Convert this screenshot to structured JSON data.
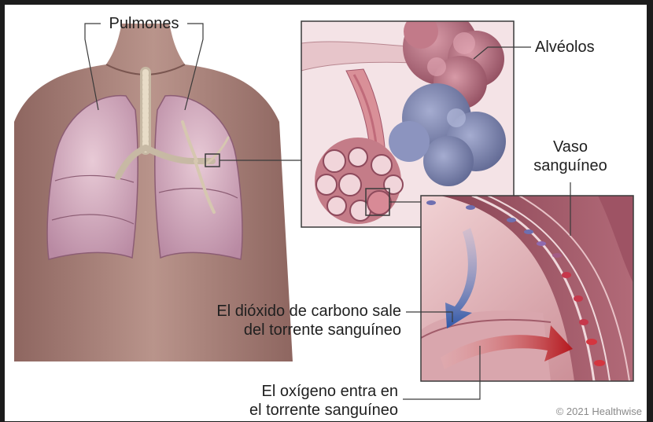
{
  "labels": {
    "lungs": "Pulmones",
    "alveoli": "Alvéolos",
    "vessel_line1": "Vaso",
    "vessel_line2": "sanguíneo",
    "co2_line1": "El dióxido de carbono sale",
    "co2_line2": "del torrente sanguíneo",
    "o2_line1": "El oxígeno entra en",
    "o2_line2": "el torrente sanguíneo"
  },
  "copyright": "© 2021 Healthwise",
  "colors": {
    "background": "#ffffff",
    "frame": "#1c1c1c",
    "skin": "#b58a82",
    "lung": "#dcb6c6",
    "alveoli_blue": "#7f8bb5",
    "alveoli_red": "#b7707e",
    "co2_arrow": "#3f66b0",
    "o2_arrow": "#c0282d",
    "text": "#1f1f1f"
  }
}
